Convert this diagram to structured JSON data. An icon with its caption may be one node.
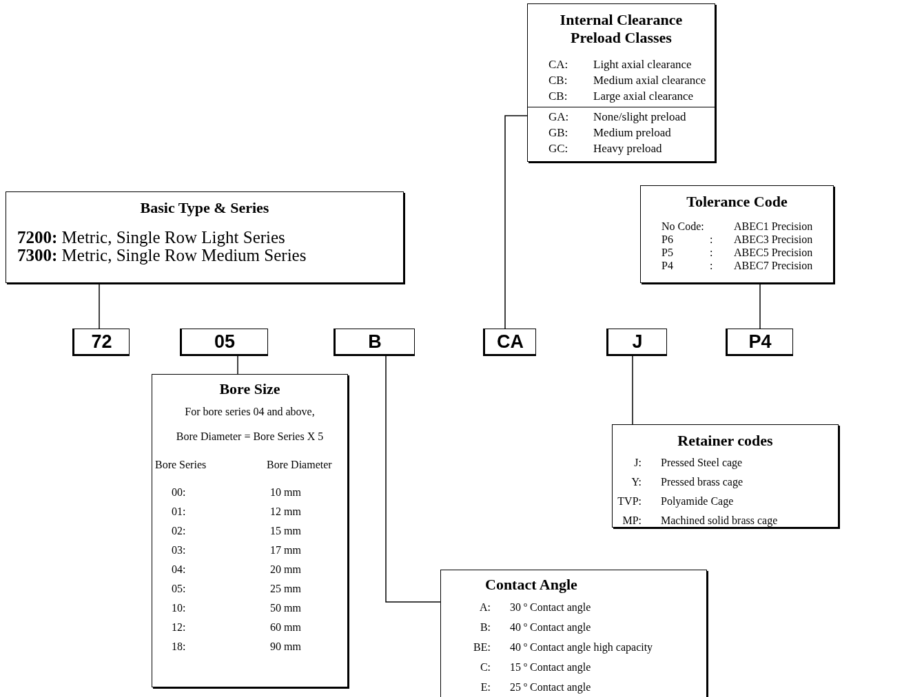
{
  "diagram": {
    "nodes": [
      {
        "text": [
          "Internal Clearance Preload Classes",
          "CA:",
          "Light axial clearance",
          "CB:",
          "Medium axial clearance",
          "CB:",
          "Large axial clearance",
          "GA:",
          "None/slight preload",
          "GB:",
          "Medium preload",
          "GC:",
          "Heavy preload"
        ]
      },
      {
        "text": [
          "Basic Type & Series",
          "**7200:** Metric, Single Row Light Series",
          "**7300:** Metric, Single Row Medium Series"
        ]
      },
      {
        "text": [
          "Tolerance Code",
          "No Code:",
          "ABEC1 Precision",
          "P6",
          ":",
          "ABEC3 Precision",
          "P5",
          ":",
          "ABEC5 Precision",
          "P4",
          ":",
          "ABEC7 Precision"
        ]
      },
      {
        "text": [
          "72"
        ]
      },
      {
        "text": [
          "05"
        ]
      },
      {
        "text": [
          "B"
        ]
      },
      {
        "text": [
          "CA"
        ]
      },
      {
        "text": [
          "J"
        ]
      },
      {
        "text": [
          "P4"
        ]
      },
      {
        "text": [
          "Bore Size",
          "For bore series 04 and above,",
          "Bore Diameter = Bore Series X 5",
          "Bore Series",
          "Bore Diameter",
          "00:",
          "10 mm",
          "01:",
          "12 mm",
          "02:",
          "15 mm",
          "03:",
          "17 mm",
          "04:",
          "20 mm",
          "05:",
          "25 mm",
          "10:",
          "50 mm",
          "12:",
          "60 mm",
          "18:",
          "90 mm"
        ]
      },
      {
        "text": [
          "Retainer codes",
          "J:",
          "Pressed Steel cage",
          "Y:",
          "Pressed brass cage",
          "TVP:",
          "Polyamide Cage",
          "MP:",
          "Machined solid brass cage"
        ]
      },
      {
        "text": [
          "Contact Angle",
          "A:",
          "30 º Contact angle",
          "B:",
          "40 º Contact angle",
          "BE:",
          "40 º Contact angle high capacity",
          "C:",
          "15 º Contact angle",
          "E:",
          "25 º Contact angle"
        ]
      }
    ],
    "edges": [
      {
        "from": 3,
        "to": 1,
        "arrow": "none"
      },
      {
        "from": 4,
        "to": 9,
        "arrow": "none"
      },
      {
        "from": 5,
        "to": 11,
        "arrow": "none"
      },
      {
        "from": 6,
        "to": 0,
        "arrow": "none"
      },
      {
        "from": 7,
        "to": 10,
        "arrow": "none"
      },
      {
        "from": 8,
        "to": 2,
        "arrow": "none"
      }
    ]
  }
}
